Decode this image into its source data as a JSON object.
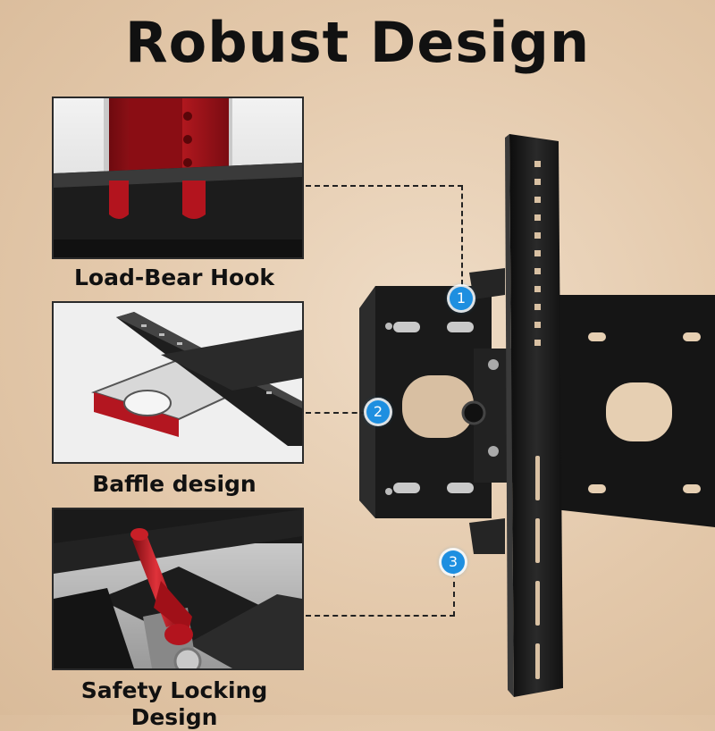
{
  "title": "Robust Design",
  "features": [
    {
      "number": "1",
      "label": "Load-Bear Hook"
    },
    {
      "number": "2",
      "label": "Baffle design"
    },
    {
      "number": "3",
      "label": "Safety Locking Design"
    }
  ],
  "colors": {
    "background": "#e8d2b8",
    "mount_metal": "#1b1b1b",
    "accent_red": "#b3141e",
    "badge_blue": "#1e8fe0"
  },
  "icons": [
    "load-bear-hook-illustration",
    "baffle-design-illustration",
    "safety-lock-illustration",
    "tv-mount-illustration"
  ]
}
